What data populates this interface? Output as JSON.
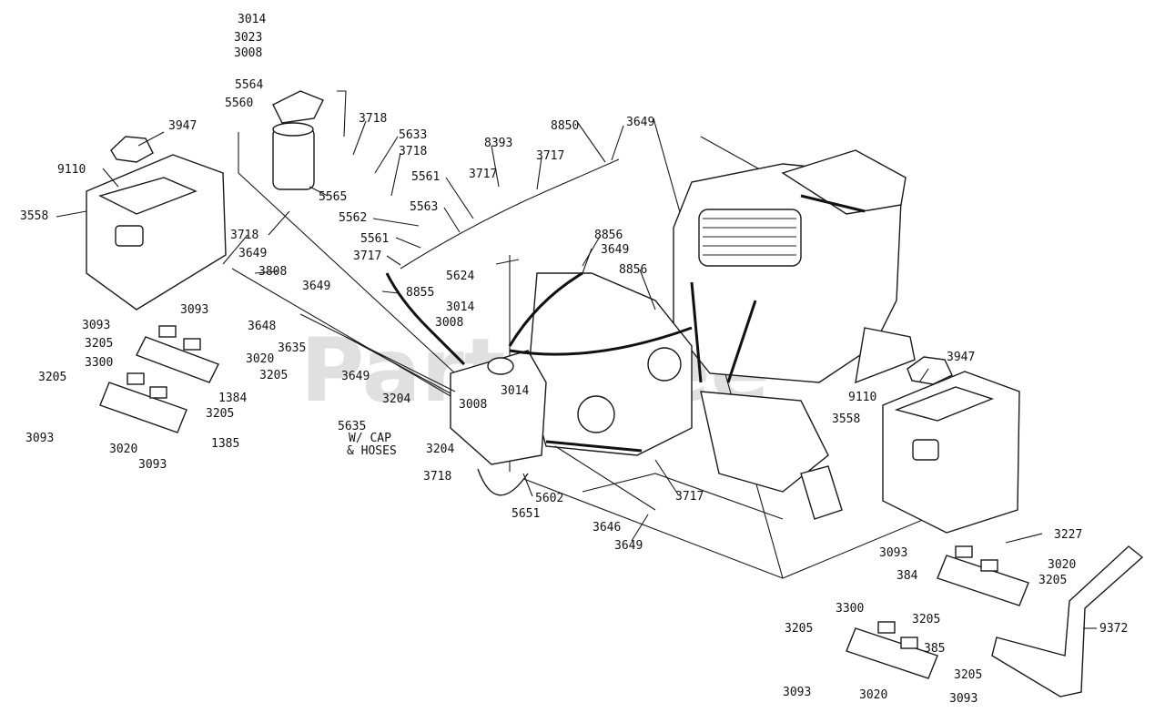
{
  "watermark": "PartsTree",
  "labels": {
    "l3014a": "3014",
    "l3023": "3023",
    "l3008a": "3008",
    "l5564": "5564",
    "l5560": "5560",
    "l3947a": "3947",
    "l9110a": "9110",
    "l3558a": "3558",
    "l5565": "5565",
    "l3718a": "3718",
    "l5633": "5633",
    "l3718b": "3718",
    "l8850": "8850",
    "l3649a": "3649",
    "l8393": "8393",
    "l3717a": "3717",
    "l5561a": "5561",
    "l3717b": "3717",
    "l5563": "5563",
    "l5562": "5562",
    "l5561b": "5561",
    "l3717c": "3717",
    "l3718c": "3718",
    "l3649b": "3649",
    "l3808": "3808",
    "l8856a": "8856",
    "l3649c": "3649",
    "l5624": "5624",
    "l8856b": "8856",
    "l3649d": "3649",
    "l8855": "8855",
    "l3093a": "3093",
    "l3093b": "3093",
    "l3205a": "3205",
    "l3648": "3648",
    "l3635a": "3635",
    "l3014b": "3014",
    "l3008b": "3008",
    "l3020a": "3020",
    "l3205b": "3205",
    "l3300a": "3300",
    "l3205c": "3205",
    "l384a": "1384",
    "l3649e": "3649",
    "l3205d": "3205",
    "l3204a": "3204",
    "l3008c": "3008",
    "l3014c": "3014",
    "l3093c": "3093",
    "l3020b": "3020",
    "l385a": "1385",
    "l3093d": "3093",
    "l5635": "5635",
    "l5635b": "W/ CAP",
    "l5635c": "& HOSES",
    "l3204b": "3204",
    "l3718d": "3718",
    "l5602": "5602",
    "l5651": "5651",
    "l3717d": "3717",
    "l3646": "3646",
    "l3649f": "3649",
    "l3947b": "3947",
    "l9110b": "9110",
    "l3558b": "3558",
    "l3227": "3227",
    "l3093e": "3093",
    "l384b": "384",
    "l3020c": "3020",
    "l3205e": "3205",
    "l9372": "9372",
    "l3300b": "3300",
    "l3205f": "3205",
    "l3205g": "3205",
    "l385b": "385",
    "l3205h": "3205",
    "l3093f": "3093",
    "l3020d": "3020",
    "l3093g": "3093"
  }
}
